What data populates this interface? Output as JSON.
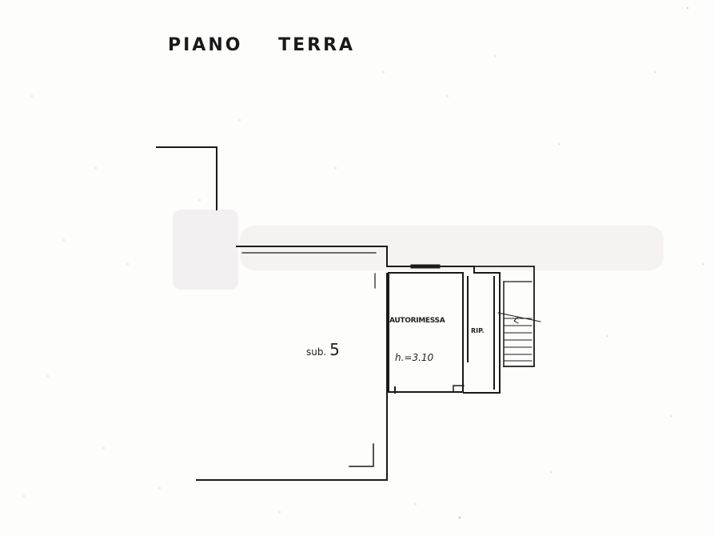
{
  "title": "PIANO TERRA",
  "rooms": {
    "garage_label": "AUTORIMESSA",
    "garage_height": "h.=3.10",
    "storage_label": "RIP.",
    "subunit_prefix": "sub.",
    "subunit_number": "5"
  },
  "colors": {
    "ink": "#1a1a1a",
    "paper": "#fdfdfc",
    "redaction": "#f1eeee"
  }
}
